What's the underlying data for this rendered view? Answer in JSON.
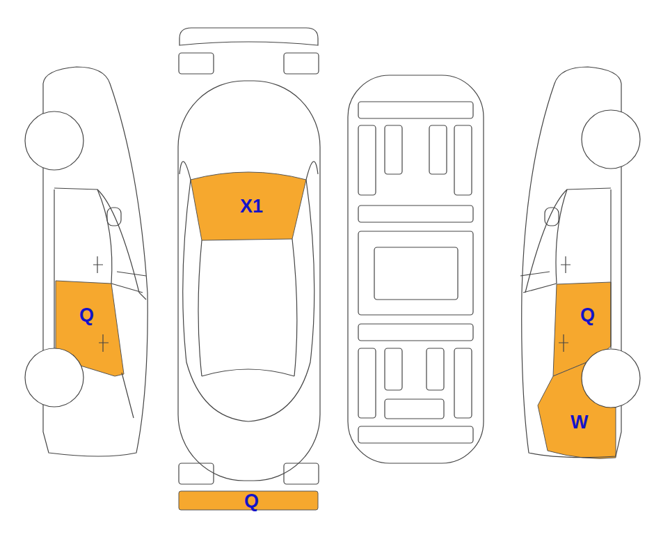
{
  "diagram": {
    "labels": [
      "X1",
      "Q",
      "Q",
      "W",
      "Q"
    ]
  }
}
